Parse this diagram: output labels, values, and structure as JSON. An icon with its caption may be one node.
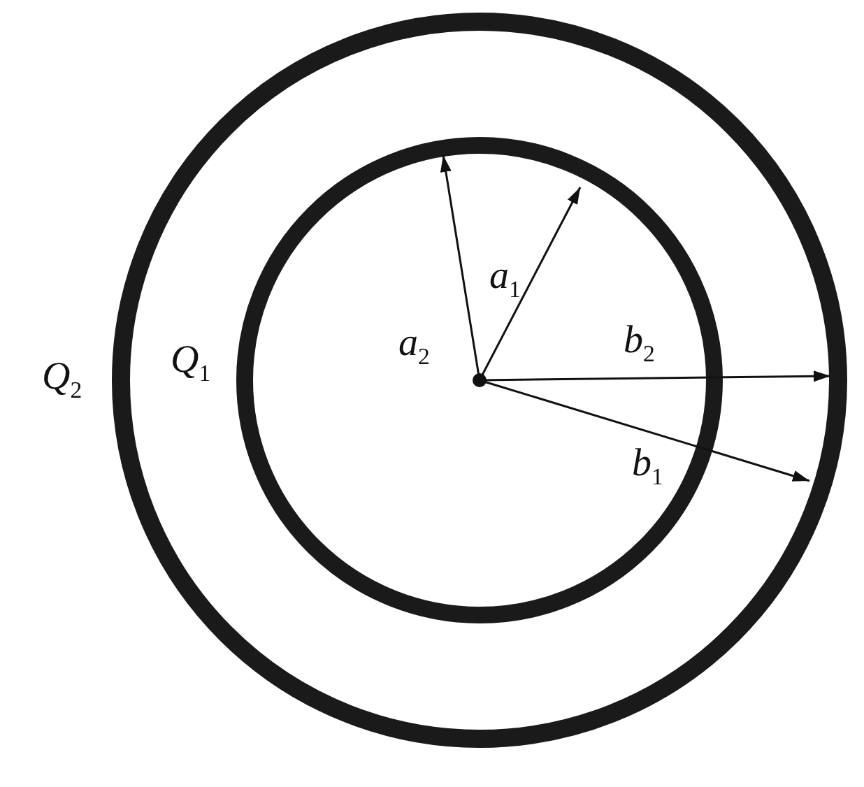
{
  "diagram": {
    "labels": [
      "*a*$_{2}$",
      "*a*$_{1}$",
      "*Q*$_{2}$",
      "*Q*$_{1}$",
      "*b*$_{2}$",
      "*b*$_{1}$"
    ]
  }
}
